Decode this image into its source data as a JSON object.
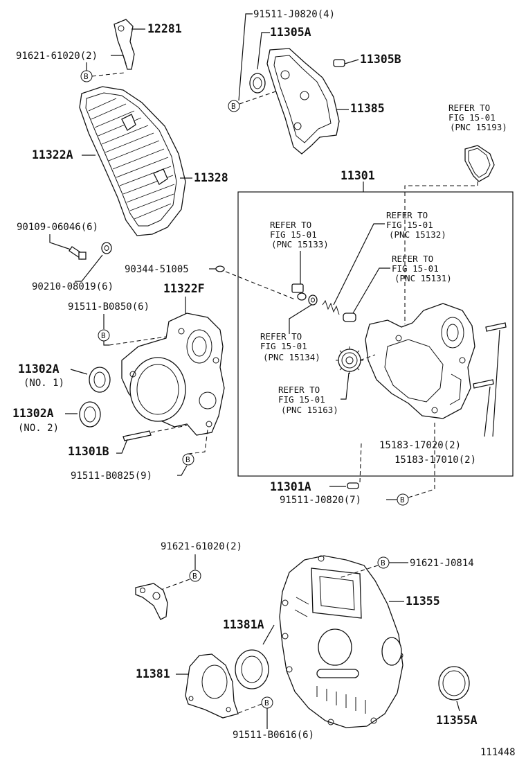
{
  "labels": {
    "p12281": "12281",
    "p91621_top": "91621-61020(2)",
    "p91511_j0820_4": "91511-J0820(4)",
    "p11305a": "11305A",
    "p11305b": "11305B",
    "p11385": "11385",
    "p11322a": "11322A",
    "p11328": "11328",
    "p11301": "11301",
    "p90109": "90109-06046(6)",
    "p90210": "90210-08019(6)",
    "p90344": "90344-51005",
    "p11322f": "11322F",
    "p91511_b0850": "91511-B0850(6)",
    "p11302a_1": "11302A",
    "no1": "(NO. 1)",
    "p11302a_2": "11302A",
    "no2": "(NO. 2)",
    "p11301b": "11301B",
    "p91511_b0825": "91511-B0825(9)",
    "p15183_17020": "15183-17020(2)",
    "p15183_17010": "15183-17010(2)",
    "p11301a": "11301A",
    "p91511_j0820_7": "91511-J0820(7)",
    "p91621_bottom": "91621-61020(2)",
    "p91621_j0814": "91621-J0814",
    "p11355": "11355",
    "p11381a": "11381A",
    "p11381": "11381",
    "p11355a": "11355A",
    "p91511_b0616": "91511-B0616(6)"
  },
  "refs": {
    "r15193": [
      "REFER TO",
      "FIG 15-01",
      "(PNC 15193)"
    ],
    "r15133": [
      "REFER TO",
      "FIG 15-01",
      "(PNC 15133)"
    ],
    "r15132": [
      "REFER TO",
      "FIG 15-01",
      "(PNC 15132)"
    ],
    "r15131": [
      "REFER TO",
      "FIG 15-01",
      "(PNC 15131)"
    ],
    "r15134": [
      "REFER TO",
      "FIG 15-01",
      "(PNC 15134)"
    ],
    "r15163": [
      "REFER TO",
      "FIG 15-01",
      "(PNC 15163)"
    ]
  },
  "bubble_letter": "B",
  "figure_number": "111448"
}
